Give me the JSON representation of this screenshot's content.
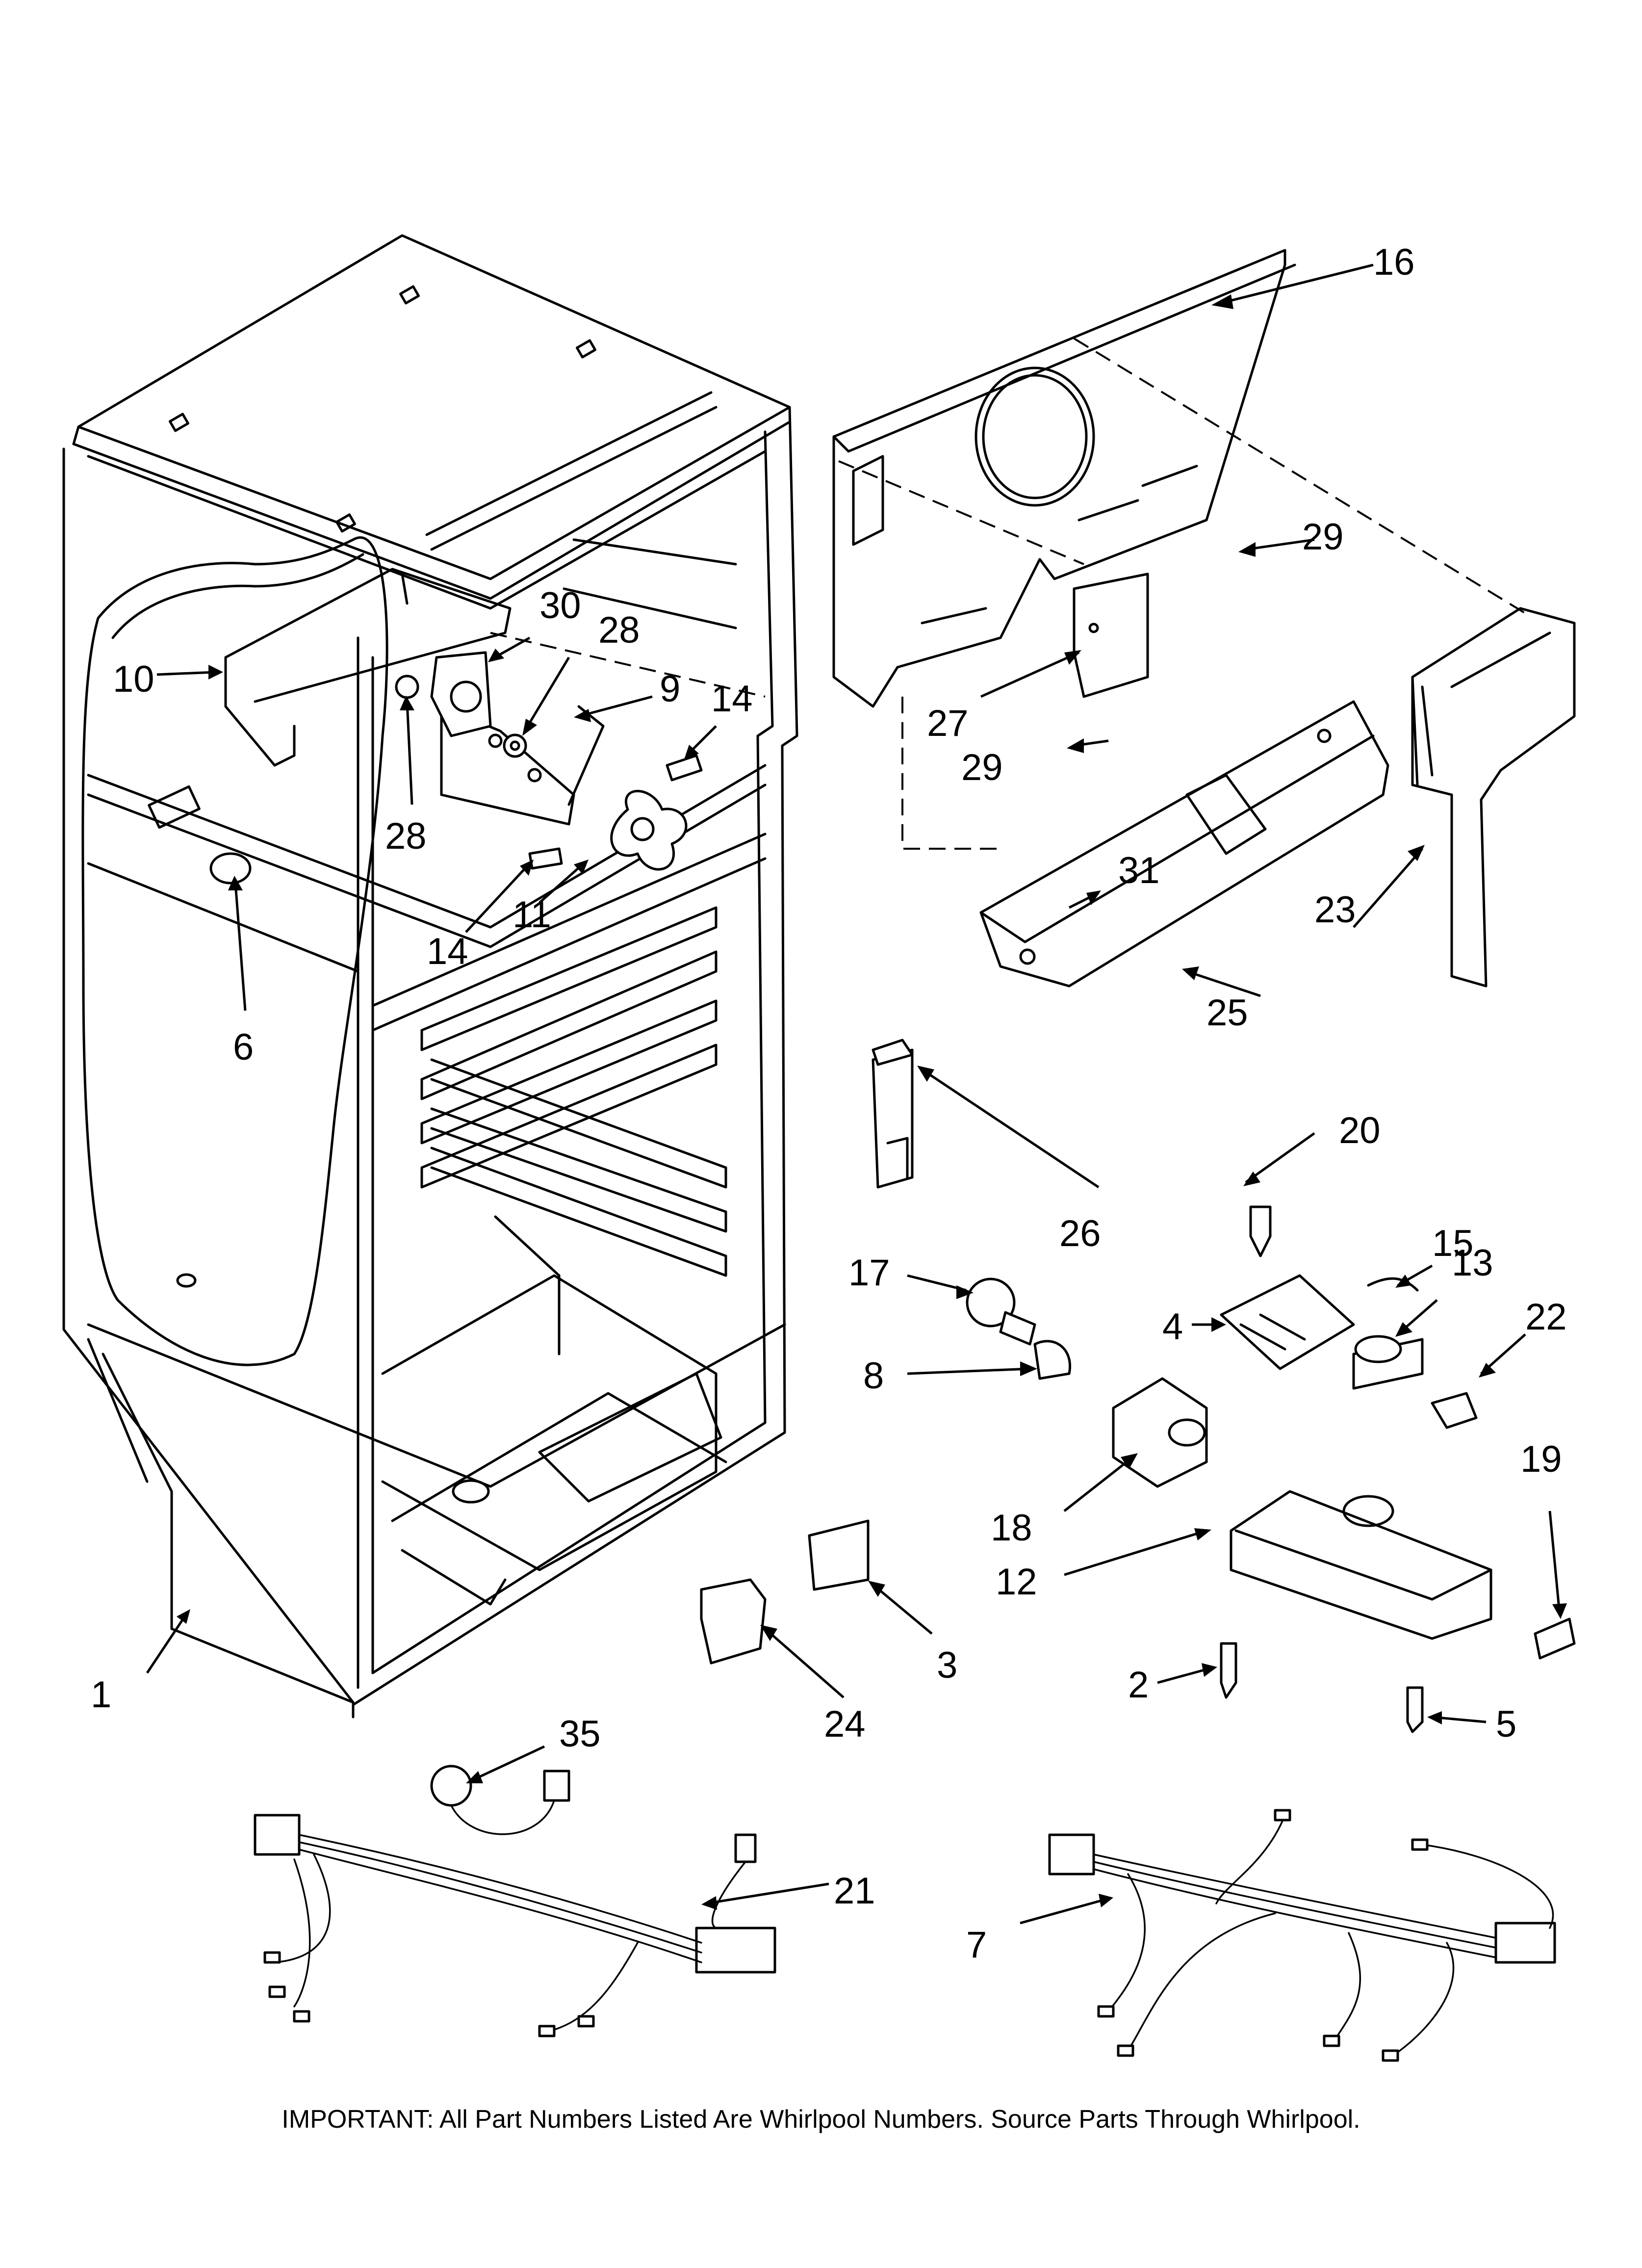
{
  "callouts": {
    "c1": "1",
    "c2": "2",
    "c3": "3",
    "c4": "4",
    "c5": "5",
    "c6": "6",
    "c7": "7",
    "c8": "8",
    "c9": "9",
    "c10": "10",
    "c11": "11",
    "c12": "12",
    "c13": "13",
    "c14a": "14",
    "c14b": "14",
    "c15": "15",
    "c16": "16",
    "c17": "17",
    "c18": "18",
    "c19": "19",
    "c20": "20",
    "c21": "21",
    "c22": "22",
    "c23": "23",
    "c24": "24",
    "c25": "25",
    "c26": "26",
    "c27": "27",
    "c28a": "28",
    "c28b": "28",
    "c29a": "29",
    "c29b": "29",
    "c30": "30",
    "c31": "31",
    "c35": "35"
  },
  "footer": "IMPORTANT: All Part Numbers Listed Are Whirlpool Numbers. Source Parts Through Whirlpool."
}
